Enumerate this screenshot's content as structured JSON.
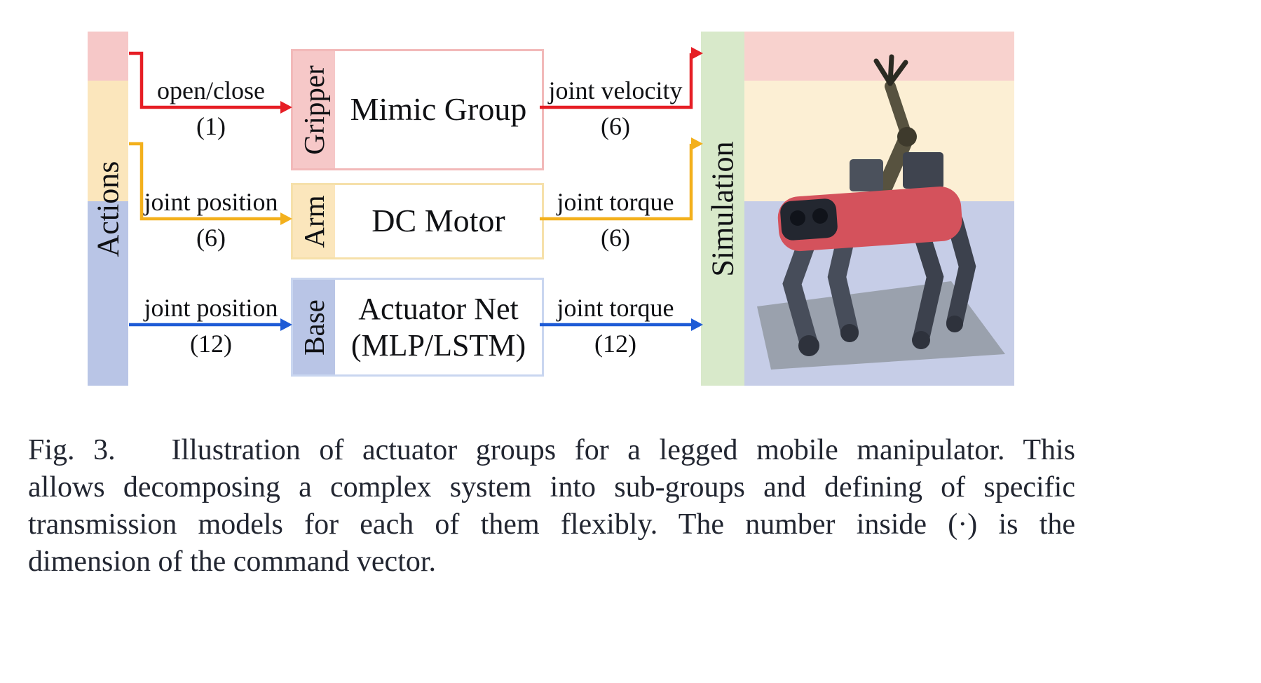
{
  "figure": {
    "caption_lines": [
      "Fig. 3.   Illustration of actuator groups for a legged mobile manipulator. This",
      "allows decomposing a complex system into sub-groups and defining of specific",
      "transmission models for each of them flexibly. The number inside (·) is the",
      "dimension of the command vector."
    ]
  },
  "diagram": {
    "actions_label": "Actions",
    "simulation_label": "Simulation",
    "groups": [
      {
        "name": "Gripper",
        "model_line1": "Mimic Group",
        "model_line2": "",
        "input_label": "open/close",
        "input_dim": "(1)",
        "output_label": "joint velocity",
        "output_dim": "(6)"
      },
      {
        "name": "Arm",
        "model_line1": "DC Motor",
        "model_line2": "",
        "input_label": "joint position",
        "input_dim": "(6)",
        "output_label": "joint torque",
        "output_dim": "(6)"
      },
      {
        "name": "Base",
        "model_line1": "Actuator Net",
        "model_line2": "(MLP/LSTM)",
        "input_label": "joint position",
        "input_dim": "(12)",
        "output_label": "joint torque",
        "output_dim": "(12)"
      }
    ],
    "colors": {
      "red": "#e61e25",
      "yellow": "#f3b01c",
      "blue": "#1e5bd6",
      "pink_band": "#f6c8c8",
      "cream_band": "#fbe6bc",
      "blue_band": "#b9c5e6",
      "green_band": "#d8e9ca",
      "pink_border": "#f2b9b9",
      "cream_border": "#f6e0aa",
      "blue_border": "#c9d6f0",
      "sim_pink": "#f8d2ce",
      "sim_cream": "#fcefd4",
      "sim_blue": "#c6cde7"
    }
  }
}
